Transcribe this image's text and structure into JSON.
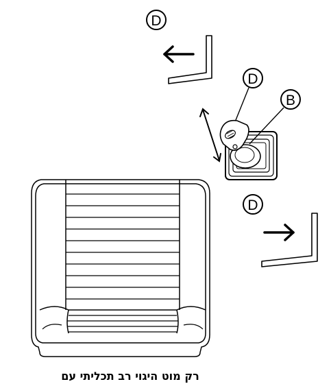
{
  "callouts": {
    "top_left": "D",
    "joystick_top": "D",
    "joystick_right": "B",
    "bottom_right": "D"
  },
  "caption": "רק מוט היגוי רב תכליתי עם",
  "colors": {
    "line": "#000000",
    "background": "#ffffff",
    "key_line": "#777777"
  }
}
